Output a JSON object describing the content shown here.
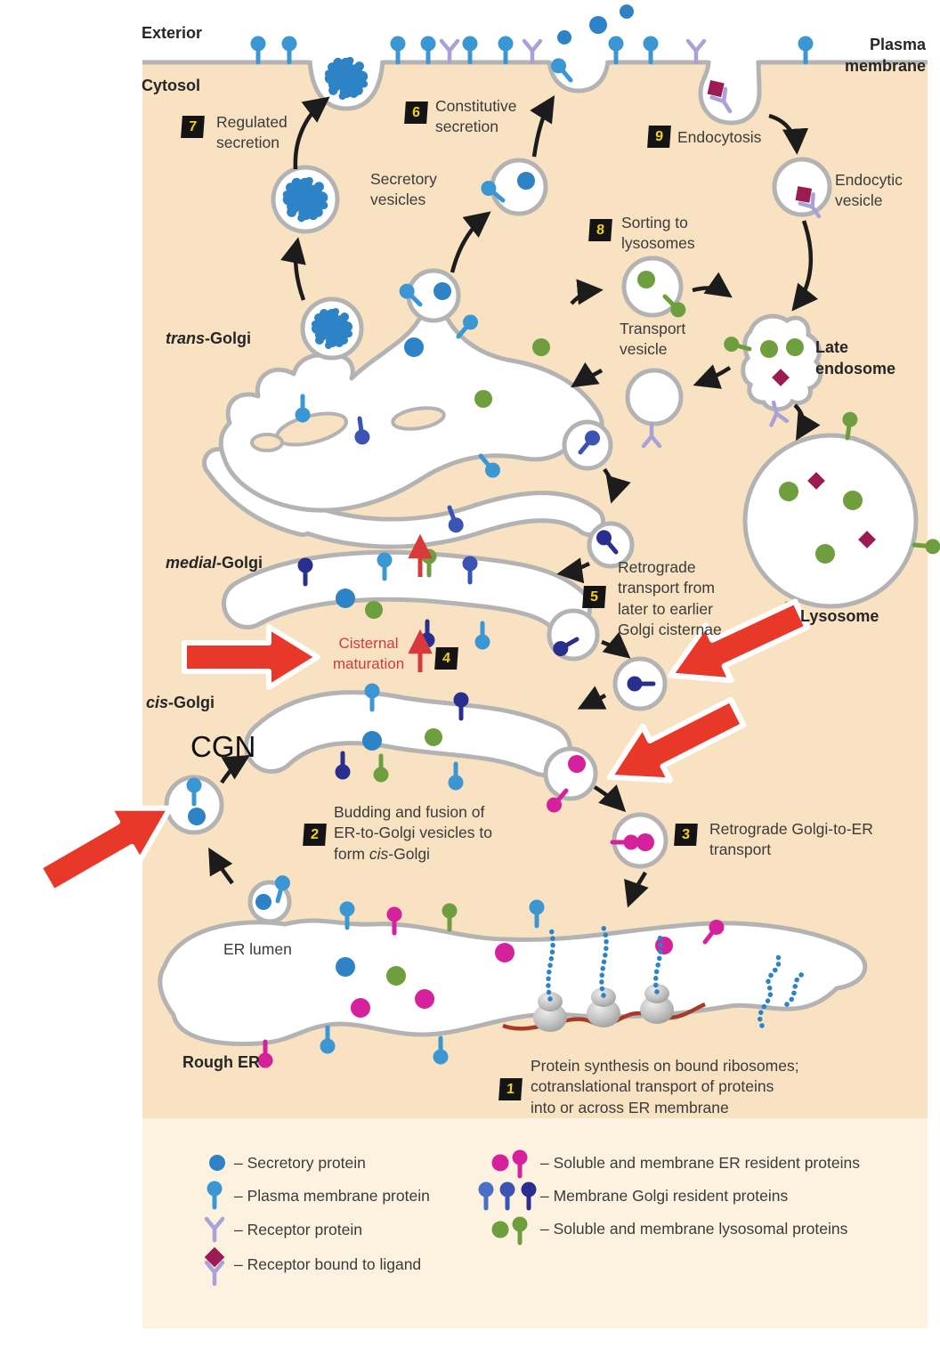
{
  "labels": {
    "exterior": "Exterior",
    "cytosol": "Cytosol",
    "plasma_membrane": "Plasma\nmembrane",
    "secretory_vesicles": "Secretory\nvesicles",
    "endocytic_vesicle": "Endocytic\nvesicle",
    "transport_vesicle": "Transport\nvesicle",
    "late_endosome": "Late\nendosome",
    "lysosome": "Lysosome",
    "er_lumen": "ER lumen",
    "rough_er": "Rough ER",
    "cgn": "CGN",
    "cisternal_maturation": "Cisternal\nmaturation"
  },
  "golgi": {
    "trans": {
      "it": "trans",
      "rest": "-Golgi"
    },
    "medial": {
      "it": "medial",
      "rest": "-Golgi"
    },
    "cis": {
      "it": "cis",
      "rest": "-Golgi"
    }
  },
  "steps": {
    "1": {
      "num": "1",
      "text": "Protein synthesis on bound ribosomes;\ncotranslational transport of proteins\ninto or across ER membrane"
    },
    "2": {
      "num": "2",
      "line1": "Budding and fusion of",
      "line2": "ER-to-Golgi vesicles to",
      "line3_pre": "form ",
      "line3_it": "cis",
      "line3_post": "-Golgi"
    },
    "3": {
      "num": "3",
      "text": "Retrograde Golgi-to-ER\ntransport"
    },
    "4": {
      "num": "4"
    },
    "5": {
      "num": "5",
      "text": "Retrograde\ntransport from\nlater to earlier\nGolgi cisternae"
    },
    "6": {
      "num": "6",
      "text": "Constitutive\nsecretion"
    },
    "7": {
      "num": "7",
      "text": "Regulated\nsecretion"
    },
    "8": {
      "num": "8",
      "text": "Sorting to\nlysosomes"
    },
    "9": {
      "num": "9",
      "text": "Endocytosis"
    }
  },
  "legend": {
    "left": [
      {
        "icon": "secretory-protein-dot",
        "text": "– Secretory protein"
      },
      {
        "icon": "plasma-membrane-protein-lollipop",
        "text": "– Plasma membrane protein"
      },
      {
        "icon": "receptor-protein-y",
        "text": "– Receptor protein"
      },
      {
        "icon": "receptor-bound-ligand",
        "text": "– Receptor bound to ligand"
      }
    ],
    "right": [
      {
        "icon": "er-resident-proteins",
        "text": "– Soluble and membrane ER resident proteins"
      },
      {
        "icon": "golgi-resident-proteins",
        "text": "– Membrane Golgi resident proteins"
      },
      {
        "icon": "lysosomal-proteins",
        "text": "– Soluble and membrane lysosomal proteins"
      }
    ]
  },
  "colors": {
    "background_tan": "#f8e2c2",
    "legend_cream": "#fdf2e0",
    "membrane_gray": "#b3b3b3",
    "secretory_blue": "#2e82c6",
    "plasma_protein_blue": "#3b97d3",
    "golgi_blue_light": "#4a6fc7",
    "golgi_blue_mid": "#3a53b4",
    "golgi_navy": "#2a2f8f",
    "lysosomal_green": "#6f9e3f",
    "er_pink": "#d6219c",
    "ligand_maroon": "#9c1b52",
    "receptor_purple": "#a9a2d8",
    "annotation_red": "#e8382a",
    "maturation_red": "#cf3b3c",
    "badge_bg": "#141414",
    "badge_text": "#f0d11c"
  }
}
